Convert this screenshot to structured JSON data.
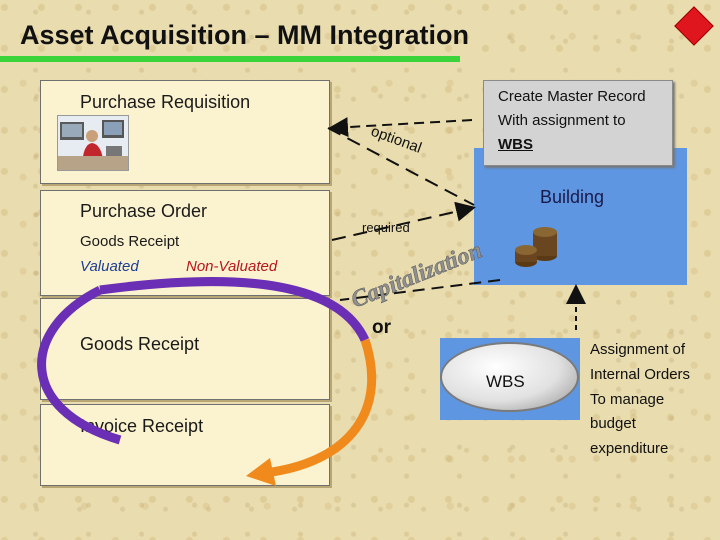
{
  "title": "Asset Acquisition – MM Integration",
  "boxes": {
    "purchase_requisition": "Purchase Requisition",
    "purchase_order": "Purchase Order",
    "goods_receipt_small": "Goods Receipt",
    "valuated": "Valuated",
    "non_valuated": "Non-Valuated",
    "goods_receipt": "Goods Receipt",
    "invoice_receipt": "Invoice Receipt"
  },
  "create_master_record": {
    "line1": "Create Master Record",
    "line2": "With assignment to",
    "line3": "WBS"
  },
  "building": "Building",
  "labels": {
    "optional": "optional",
    "required": "required",
    "capitalization": "Capitalization",
    "or": "or"
  },
  "wbs": "WBS",
  "assignment": [
    "Assignment of",
    "Internal Orders",
    "To manage",
    "budget",
    "expenditure"
  ],
  "colors": {
    "background": "#e9dcae",
    "green_underline": "#3ad43a",
    "blue_area": "#5e96e2",
    "arrow_purple": "#6a2fb5",
    "arrow_orange": "#f08a1c",
    "capitalization_text": "#8f8f8f"
  },
  "icons": [
    "office-worker-icon",
    "coins-icon",
    "red-diamond-icon"
  ]
}
